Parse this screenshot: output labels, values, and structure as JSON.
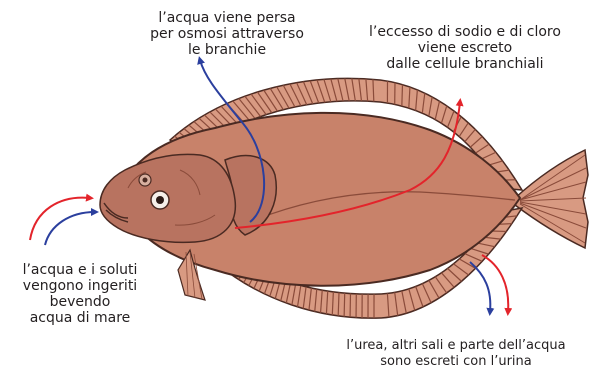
{
  "colors": {
    "fish_body": "#c8826a",
    "fish_body_dark": "#a8604b",
    "fin": "#d89a82",
    "outline": "#4a2a22",
    "arrow_red": "#e3242b",
    "arrow_blue": "#2b3f9e"
  },
  "labels": {
    "water_loss": {
      "lines": [
        "l’acqua viene persa",
        "per osmosi attraverso",
        "le branchie"
      ]
    },
    "salt_excretion": {
      "lines": [
        "l’eccesso di sodio e di cloro",
        "viene escreto",
        "dalle cellule branchiali"
      ]
    },
    "intake": {
      "lines": [
        "l’acqua e i soluti",
        "vengono ingeriti",
        "bevendo",
        "acqua di mare"
      ]
    },
    "urine": {
      "lines": [
        "l’urea, altri sali e parte dell’acqua",
        "sono escreti con l’urina"
      ]
    }
  }
}
